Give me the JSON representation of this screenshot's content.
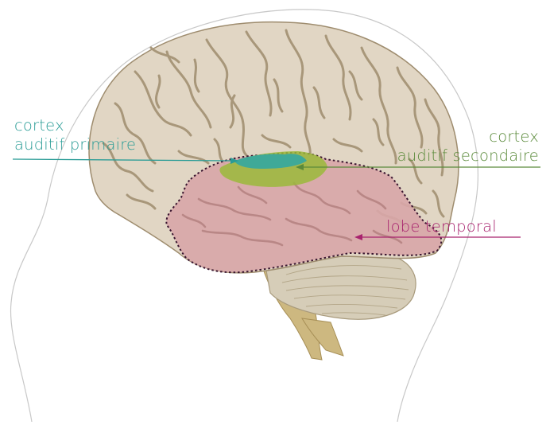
{
  "labels": {
    "primary_auditory": {
      "line1": "cortex",
      "line2": "auditif primaire"
    },
    "secondary_auditory": {
      "line1": "cortex",
      "line2": "auditif secondaire"
    },
    "temporal_lobe": {
      "text": "lobe temporal"
    }
  },
  "colors": {
    "head_outline": "#c8c8c8",
    "cerebrum_fill": "#e1d6c4",
    "cerebrum_stroke": "#9e8c6e",
    "sulci": "#a8977a",
    "cerebellum_fill": "#d6cdb8",
    "brainstem_fill": "#cdb880",
    "temporal_lobe_fill": "#d8a6a8",
    "temporal_lobe_outline": "#3a1630",
    "secondary_auditory_fill": "#9ab83a",
    "primary_auditory_fill": "#3aa89c",
    "primary_label": "#2a9c96",
    "secondary_label": "#5a8a3a",
    "temporal_label": "#a8236e"
  }
}
